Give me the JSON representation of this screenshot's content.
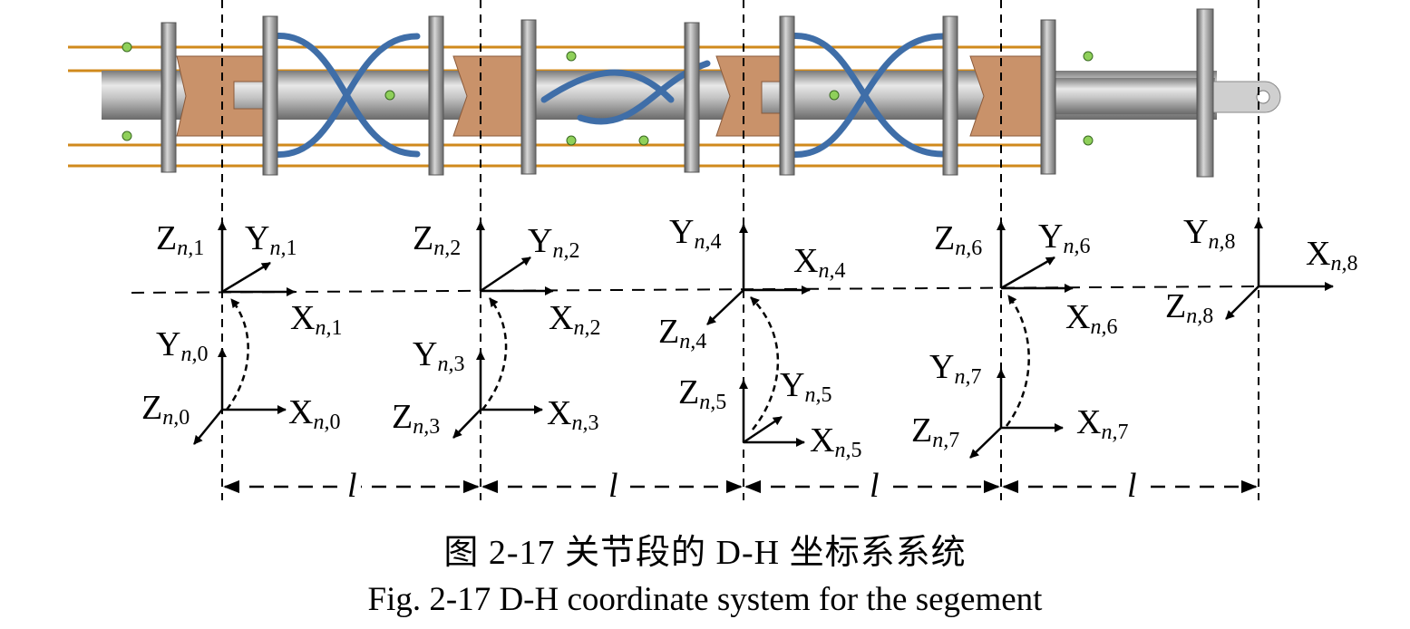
{
  "frames": [
    {
      "id": "n1",
      "letter_a": "Z",
      "sub_a": "n,",
      "num_a": "1",
      "letter_b": "Y",
      "sub_b": "n,",
      "num_b": "1",
      "letter_c": "X",
      "sub_c": "n,",
      "num_c": "1"
    },
    {
      "id": "n0",
      "letter_a": "Y",
      "sub_a": "n,",
      "num_a": "0",
      "letter_b": "Z",
      "sub_b": "n,",
      "num_b": "0",
      "letter_c": "X",
      "sub_c": "n,",
      "num_c": "0"
    },
    {
      "id": "n2",
      "letter_a": "Z",
      "sub_a": "n,",
      "num_a": "2",
      "letter_b": "Y",
      "sub_b": "n,",
      "num_b": "2",
      "letter_c": "X",
      "sub_c": "n,",
      "num_c": "2"
    },
    {
      "id": "n3",
      "letter_a": "Y",
      "sub_a": "n,",
      "num_a": "3",
      "letter_b": "Z",
      "sub_b": "n,",
      "num_b": "3",
      "letter_c": "X",
      "sub_c": "n,",
      "num_c": "3"
    },
    {
      "id": "n4",
      "letter_a": "Y",
      "sub_a": "n,",
      "num_a": "4",
      "letter_b": "X",
      "sub_b": "n,",
      "num_b": "4",
      "letter_c": "Z",
      "sub_c": "n,",
      "num_c": "4"
    },
    {
      "id": "n5",
      "letter_a": "Z",
      "sub_a": "n,",
      "num_a": "5",
      "letter_b": "Y",
      "sub_b": "n,",
      "num_b": "5",
      "letter_c": "X",
      "sub_c": "n,",
      "num_c": "5"
    },
    {
      "id": "n6",
      "letter_a": "Z",
      "sub_a": "n,",
      "num_a": "6",
      "letter_b": "Y",
      "sub_b": "n,",
      "num_b": "6",
      "letter_c": "X",
      "sub_c": "n,",
      "num_c": "6"
    },
    {
      "id": "n7",
      "letter_a": "Y",
      "sub_a": "n,",
      "num_a": "7",
      "letter_b": "Z",
      "sub_b": "n,",
      "num_b": "7",
      "letter_c": "X",
      "sub_c": "n,",
      "num_c": "7"
    },
    {
      "id": "n8",
      "letter_a": "Y",
      "sub_a": "n,",
      "num_a": "8",
      "letter_b": "X",
      "sub_b": "n,",
      "num_b": "8",
      "letter_c": "Z",
      "sub_c": "n,",
      "num_c": "8"
    }
  ],
  "dimension_label": "l",
  "caption_cn": "图  2-17  关节段的 D-H 坐标系系统",
  "caption_en": "Fig. 2-17 D-H coordinate system for the segement",
  "colors": {
    "rail": "#d08a1c",
    "body": "#b5b5b5",
    "cable": "#3f6ea8",
    "bracket": "#c9926a",
    "ink": "#000000"
  }
}
